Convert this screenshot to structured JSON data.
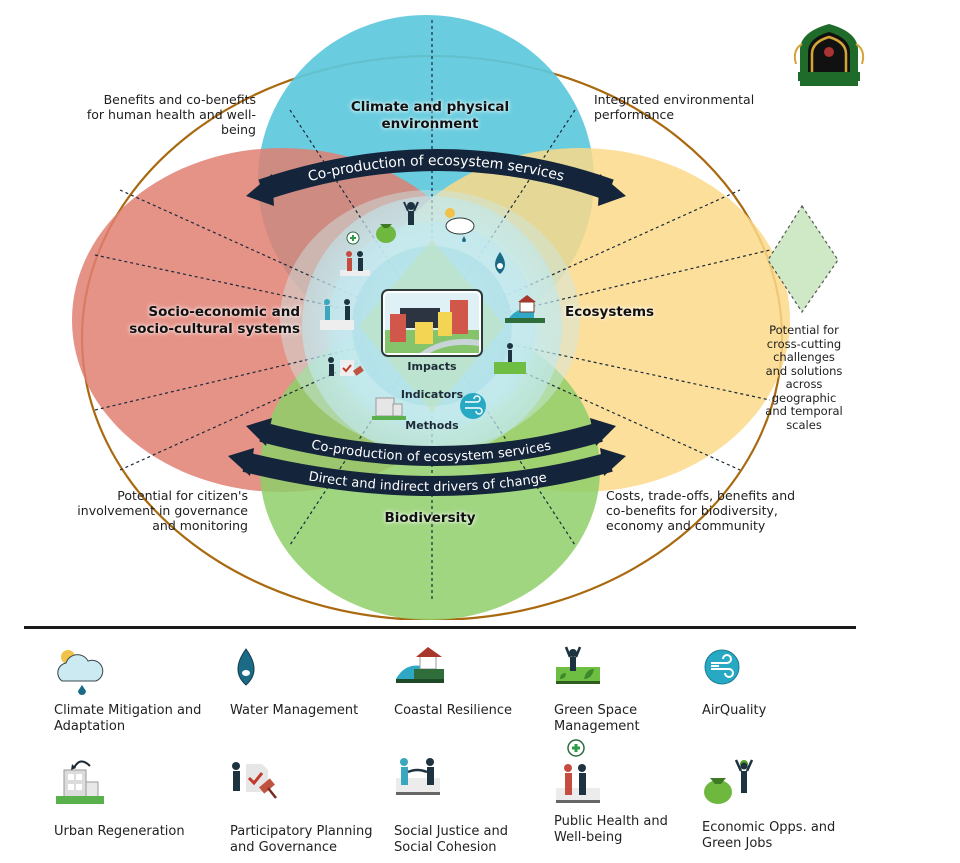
{
  "colors": {
    "climate": "#5cc9dc",
    "socio": "#e07f72",
    "ecosystems": "#fbd98a",
    "biodiversity": "#8fcf6a",
    "outer_ring": "#a9690f",
    "arrow": "#14243a",
    "arrow_text": "#ffffff",
    "center_ring": "#bfe8ef",
    "diamond": "#cfe9c6",
    "divider": "#1b1b1b"
  },
  "diagram": {
    "domains": {
      "climate": "Climate and physical\nenvironment",
      "socio": "Socio-economic and\nsocio-cultural systems",
      "ecosystems": "Ecosystems",
      "biodiversity": "Biodiversity"
    },
    "outer_labels": {
      "top_left": "Benefits and co-benefits\nfor human health and well-being",
      "top_right": "Integrated environmental\nperformance",
      "bottom_left": "Potential for citizen's\ninvolvement in governance\nand monitoring",
      "bottom_right": "Costs, trade-offs, benefits and\nco-benefits for biodiversity,\neconomy and community"
    },
    "arrows": {
      "top": "Co-production of ecosystem services",
      "bottom_inner": "Co-production of ecosystem services",
      "bottom_outer": "Direct and indirect drivers of change"
    },
    "center_rings": [
      "Impacts",
      "Indicators",
      "Methods"
    ],
    "side_note": "Potential for\ncross-cutting\nchallenges\nand solutions\nacross\ngeographic\nand temporal\nscales",
    "logo": "foundation-logo"
  },
  "legend": [
    {
      "icon": "climate-cloud-icon",
      "label": "Climate Mitigation and\nAdaptation"
    },
    {
      "icon": "water-drop-icon",
      "label": "Water Management"
    },
    {
      "icon": "coastal-house-icon",
      "label": "Coastal Resilience"
    },
    {
      "icon": "green-space-icon",
      "label": "Green Space\nManagement"
    },
    {
      "icon": "air-wind-icon",
      "label": "AirQuality"
    },
    {
      "icon": "urban-building-icon",
      "label": "Urban Regeneration"
    },
    {
      "icon": "planning-gavel-icon",
      "label": "Participatory Planning\nand Governance"
    },
    {
      "icon": "handshake-icon",
      "label": "Social Justice and\nSocial Cohesion"
    },
    {
      "icon": "health-people-icon",
      "label": "Public Health and\nWell-being"
    },
    {
      "icon": "money-bag-icon",
      "label": "Economic Opps. and\nGreen Jobs"
    }
  ]
}
